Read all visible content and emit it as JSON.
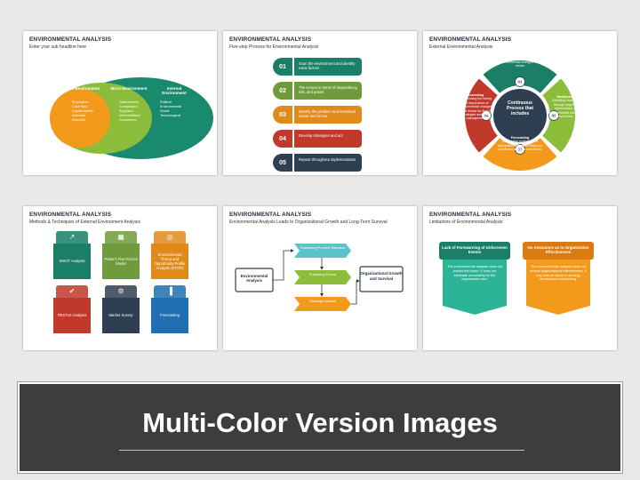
{
  "slides": [
    {
      "title": "ENVIRONMENTAL ANALYSIS",
      "subtitle": "Enter your sub headline here",
      "macro": {
        "heading": "Macro-Environment",
        "items": [
          "Employees",
          "Cash flow",
          "Capital assets",
          "Materials",
          "Structure"
        ]
      },
      "micro": {
        "heading": "Micro-Environment",
        "items": [
          "Stakeholders",
          "Competitors",
          "Suppliers",
          "Intermediaries",
          "Consumers"
        ]
      },
      "internal": {
        "heading": "Internal Environment",
        "items": [
          "Political",
          "Environmental",
          "Social",
          "Technological"
        ]
      }
    },
    {
      "title": "ENVIRONMENTAL ANALYSIS",
      "subtitle": "Five-step Process for Environmental Analysis",
      "steps": [
        {
          "num": "01",
          "text": "Scan the environment and identify extra-factors",
          "color": "#1a7f66"
        },
        {
          "num": "02",
          "text": "The screen in terms of dependency, risk, and power",
          "color": "#6f9b3d"
        },
        {
          "num": "03",
          "text": "Identify the problem and beneficial actors and forces",
          "color": "#e08a1c"
        },
        {
          "num": "04",
          "text": "Develop strategies and act",
          "color": "#c0392b"
        },
        {
          "num": "05",
          "text": "Repeat throughout implementation",
          "color": "#2e3f52"
        }
      ]
    },
    {
      "title": "ENVIRONMENTAL ANALYSIS",
      "subtitle": "External Environmental Analysis",
      "center": "Continuous Process that includes",
      "segments": [
        {
          "num": "01",
          "heading": "Scanning",
          "text": "Identifying early signals of environmental changes and trends",
          "color": "#1a7f66"
        },
        {
          "num": "02",
          "heading": "Monitoring",
          "text": "Detecting meaning through ongoing observations of environmental changes and trends",
          "color": "#8cbd3a"
        },
        {
          "num": "03",
          "heading": "Forecasting",
          "text": "Developing projections of anticipated outcomes based on monitored changes and trends",
          "color": "#f39a1c"
        },
        {
          "num": "04",
          "heading": "Assessing",
          "text": "Determining the timing and importance of environmental changes and trends for firms' strategies and their management",
          "color": "#c0392b"
        }
      ]
    },
    {
      "title": "ENVIRONMENTAL ANALYSIS",
      "subtitle": "Methods & Techniques of External Environment Analysis",
      "methods": [
        {
          "label": "SWOT Analysis",
          "color": "#1a7f66",
          "icon": "chart-icon"
        },
        {
          "label": "Porter's Five Forces Model",
          "color": "#6f9b3d",
          "icon": "boxes-icon"
        },
        {
          "label": "Environmental Threat and Opportunity Profile Analysis (ETOP)",
          "color": "#e08a1c",
          "icon": "globe-icon"
        },
        {
          "label": "PESTLE Analysis",
          "color": "#c0392b",
          "icon": "check-icon"
        },
        {
          "label": "Market Survey",
          "color": "#2e3f52",
          "icon": "gear-icon"
        },
        {
          "label": "Forecasting",
          "color": "#1f6fb2",
          "icon": "bar-chart-icon"
        }
      ]
    },
    {
      "title": "ENVIRONMENTAL ANALYSIS",
      "subtitle": "Environmental Analysis Leads to Organizational Growth and Long-Term Survival",
      "left_box": "Environmental Analysis",
      "right_box": "Organizational Growth and Survival",
      "flow": [
        {
          "text": "Examining Present Situation",
          "color": "#5bc2c9"
        },
        {
          "text": "Predicting Future",
          "color": "#8cbd3a"
        },
        {
          "text": "Strategic Actions",
          "color": "#f39a1c"
        }
      ]
    },
    {
      "title": "ENVIRONMENTAL ANALYSIS",
      "subtitle": "Limitations of Environmental Analysis",
      "limits": [
        {
          "heading": "Lack of Forewarning of Unforeseen Events",
          "text": "The environmental analysis does not predict the future. It does not eliminate uncertainty for the organization also.",
          "color": "#1a7f66"
        },
        {
          "heading": "No Assurance as to Organization Effectiveness",
          "text": "The environmental analysis does not ensure organizational effectiveness. It only acts as inputs in strategy development and testing.",
          "color": "#e08a1c"
        }
      ]
    }
  ],
  "banner": {
    "title": "Multi-Color Version Images"
  }
}
